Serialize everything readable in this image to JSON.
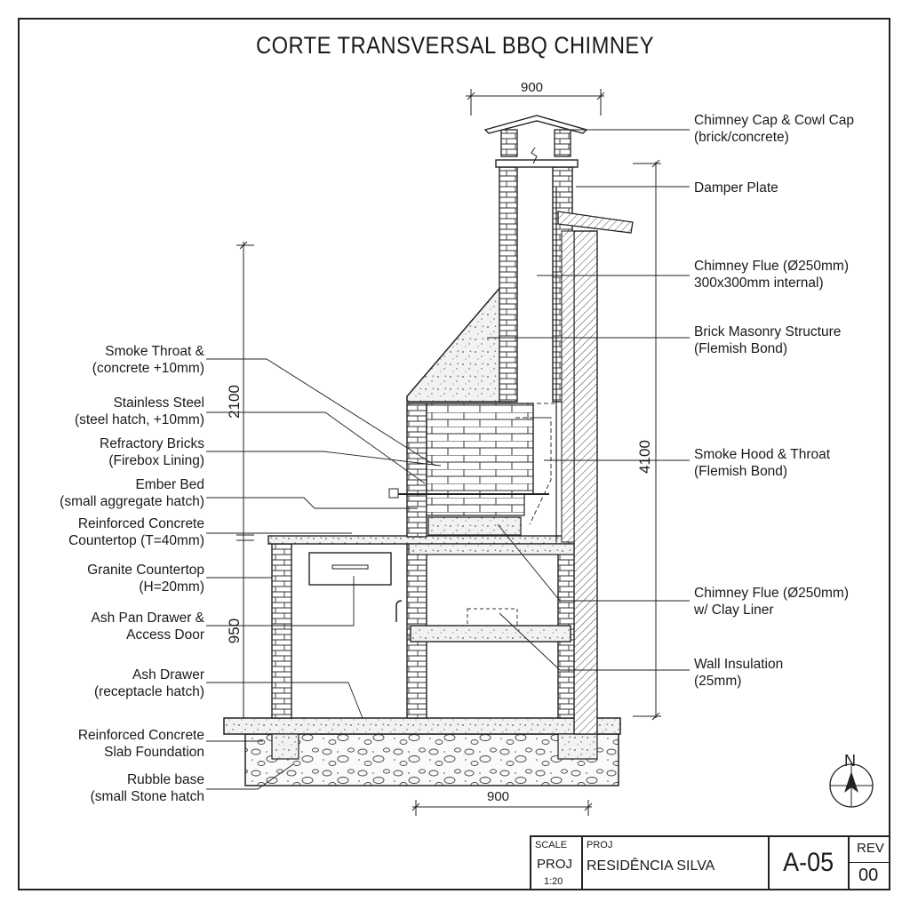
{
  "title": "CORTE TRANSVERSAL BBQ CHIMNEY",
  "dimensions": {
    "top_width": "900",
    "bottom_width": "900",
    "height_upper": "2100",
    "height_lower": "950",
    "height_total": "4100"
  },
  "labels_left": [
    {
      "line1": "Smoke Throat &",
      "line2": "(concrete +10mm)"
    },
    {
      "line1": "Stainless Steel",
      "line2": "(steel hatch, +10mm)"
    },
    {
      "line1": "Refractory Bricks",
      "line2": "(Firebox Lining)"
    },
    {
      "line1": "Ember Bed",
      "line2": "(small aggregate hatch)"
    },
    {
      "line1": "Reinforced Concrete",
      "line2": "Countertop (T=40mm)"
    },
    {
      "line1": "Granite Countertop",
      "line2": "(H=20mm)"
    },
    {
      "line1": "Ash Pan Drawer &",
      "line2": "Access Door"
    },
    {
      "line1": "Ash Drawer",
      "line2": "(receptacle hatch)"
    },
    {
      "line1": "Reinforced Concrete",
      "line2": "Slab Foundation"
    },
    {
      "line1": "Rubble base",
      "line2": "(small Stone hatch"
    }
  ],
  "labels_right": [
    {
      "line1": "Chimney Cap & Cowl Cap",
      "line2": "(brick/concrete)"
    },
    {
      "line1": "Damper Plate",
      "line2": ""
    },
    {
      "line1": "Chimney Flue (Ø250mm)",
      "line2": " 300x300mm internal)"
    },
    {
      "line1": "Brick Masonry Structure",
      "line2": "(Flemish Bond)"
    },
    {
      "line1": "Smoke Hood & Throat",
      "line2": "(Flemish Bond)"
    },
    {
      "line1": "Chimney Flue (Ø250mm)",
      "line2": "w/ Clay Liner"
    },
    {
      "line1": "Wall Insulation",
      "line2": "(25mm)"
    }
  ],
  "north": "N",
  "title_block": {
    "scale_label": "SCALE",
    "scale_top": "PROJ",
    "scale_value": "1:20",
    "proj_label": "PROJ",
    "project": "RESIDÊNCIA SILVA",
    "sheet": "A-05",
    "rev_label": "REV",
    "rev": "00"
  }
}
